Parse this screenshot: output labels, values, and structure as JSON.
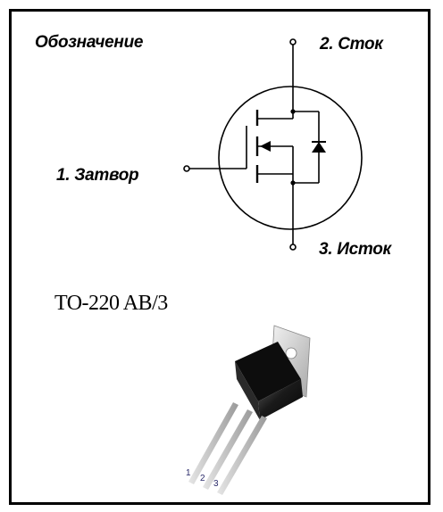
{
  "labels": {
    "designation": "Обозначение",
    "pin_drain": "2. Сток",
    "pin_gate": "1. Затвор",
    "pin_source": "3. Исток",
    "package": "TO-220 AB/3",
    "pin_numbers": [
      "1",
      "2",
      "3"
    ]
  },
  "colors": {
    "line": "#000000",
    "package_body": "#1a1a1a",
    "tab": "#d8d8d8",
    "leads": "#c8c8c8"
  }
}
